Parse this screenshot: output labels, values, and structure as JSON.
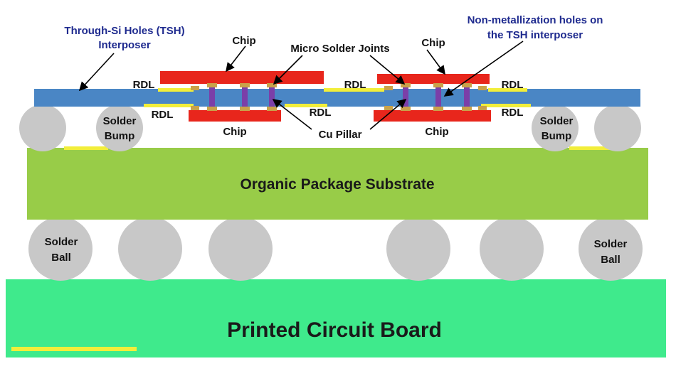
{
  "labels": {
    "tsh_interposer_line1": "Through-Si Holes (TSH)",
    "tsh_interposer_line2": "Interposer",
    "chip_top_left": "Chip",
    "micro_solder_joints": "Micro Solder Joints",
    "chip_top_right": "Chip",
    "non_metal_line1": "Non-metallization holes on",
    "non_metal_line2": "the TSH interposer",
    "rdl_top_left": "RDL",
    "rdl_top_mid": "RDL",
    "rdl_top_right": "RDL",
    "rdl_bottom_left": "RDL",
    "rdl_bottom_mid": "RDL",
    "rdl_bottom_right": "RDL",
    "solder_bump_left_1": "Solder",
    "solder_bump_left_2": "Bump",
    "solder_bump_right_1": "Solder",
    "solder_bump_right_2": "Bump",
    "chip_bottom_left": "Chip",
    "cu_pillar": "Cu Pillar",
    "chip_bottom_right": "Chip",
    "substrate": "Organic Package Substrate",
    "solder_ball_left_1": "Solder",
    "solder_ball_left_2": "Ball",
    "solder_ball_right_1": "Solder",
    "solder_ball_right_2": "Ball",
    "pcb": "Printed Circuit Board"
  },
  "colors": {
    "interposer": "#4a86c5",
    "chip": "#e8261c",
    "substrate": "#98cc48",
    "pcb": "#3fea8c",
    "rdl": "#f2ee3a",
    "solder": "#c8c8c8",
    "label_blue": "#1f2b8f"
  }
}
